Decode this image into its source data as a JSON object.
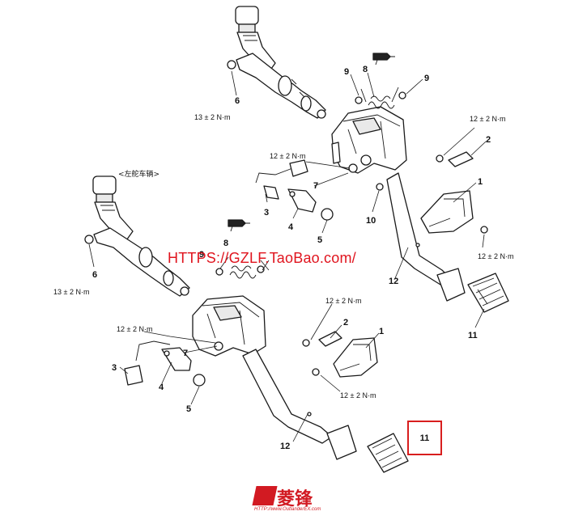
{
  "caption": "<左舵车辆>",
  "watermark_text": "HTTPS://GZLF.TaoBao.com/",
  "highlighted_callout": "11",
  "logo": {
    "mark": "",
    "name": "菱锋",
    "url": "HTTP://www.OutlanderEX.com"
  },
  "colors": {
    "watermark": "#e0141e",
    "highlight_box": "#d81e1e",
    "logo": "#d21a22",
    "line": "#1a1a1a"
  },
  "icons": {
    "grease": "grease-gun-icon"
  },
  "callouts": {
    "top": {
      "c6": "6",
      "c9a": "9",
      "c8": "8",
      "c9b": "9",
      "c2": "2",
      "c7": "7",
      "c1": "1",
      "c3": "3",
      "c4": "4",
      "c10": "10",
      "c5": "5",
      "c12": "12",
      "c11": "11"
    },
    "bottom": {
      "c6": "6",
      "c9": "9",
      "c8": "8",
      "c2": "2",
      "c1": "1",
      "c7": "7",
      "c3": "3",
      "c4": "4",
      "c5": "5",
      "c12": "12"
    }
  },
  "torques": {
    "top": {
      "t6": "13 ± 2 N·m",
      "t7": "12 ± 2 N·m",
      "t2": "12 ± 2 N·m",
      "t1": "12 ± 2 N·m"
    },
    "bottom": {
      "t6": "13 ± 2 N·m",
      "t7": "12 ± 2 N·m",
      "t2": "12 ± 2 N·m",
      "t1": "12 ± 2 N·m"
    }
  }
}
